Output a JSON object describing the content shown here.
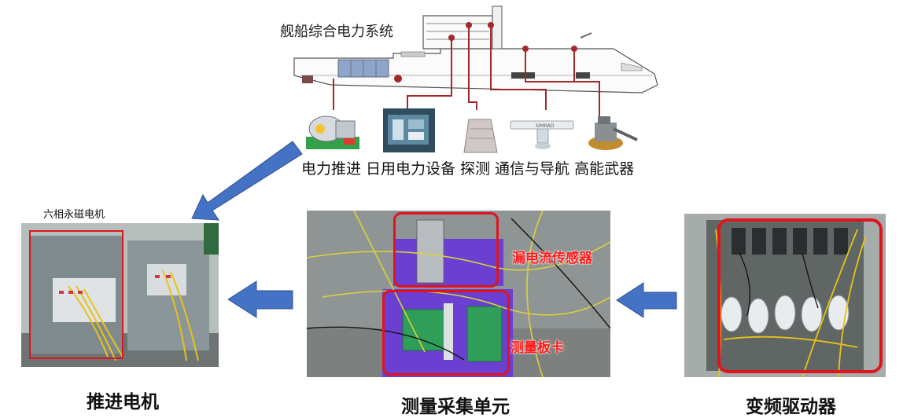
{
  "ship": {
    "title": "舰船综合电力系统"
  },
  "subsystems": [
    {
      "label": "电力推进",
      "icon": "motor-generator-icon"
    },
    {
      "label": "日用电力设备",
      "icon": "power-equipment-icon"
    },
    {
      "label": "探测",
      "icon": "radar-panel-icon"
    },
    {
      "label": "通信与导航",
      "icon": "navigation-radar-icon"
    },
    {
      "label": "高能武器",
      "icon": "weapon-turret-icon"
    }
  ],
  "panels": {
    "motor": {
      "title": "六相永磁电机",
      "caption": "推进电机"
    },
    "measure": {
      "caption": "测量采集单元",
      "tag_sensor": "漏电流传感器",
      "tag_board": "测量板卡"
    },
    "drive": {
      "caption": "变频驱动器"
    }
  },
  "colors": {
    "arrow": "#4472c4",
    "highlight": "#e0141e",
    "cable": "#a3282c",
    "purple_box": "#6a3fd1"
  }
}
